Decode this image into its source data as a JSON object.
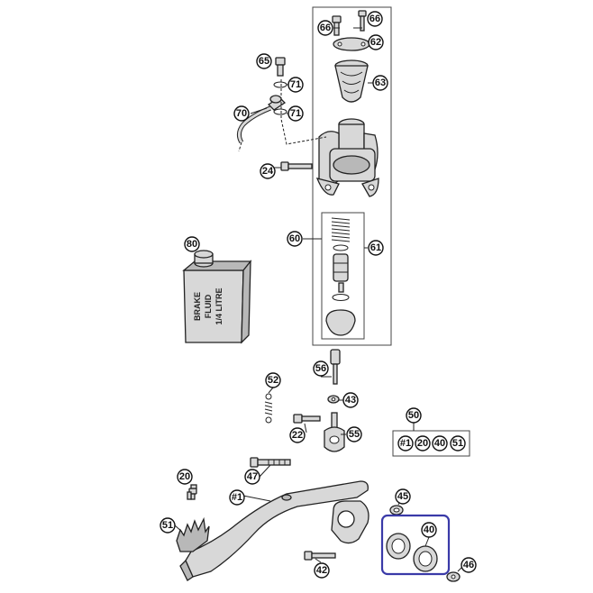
{
  "diagram": {
    "callouts": [
      {
        "id": "66a",
        "label": "66"
      },
      {
        "id": "66b",
        "label": "66"
      },
      {
        "id": "62",
        "label": "62"
      },
      {
        "id": "65",
        "label": "65"
      },
      {
        "id": "71a",
        "label": "71"
      },
      {
        "id": "63",
        "label": "63"
      },
      {
        "id": "70",
        "label": "70"
      },
      {
        "id": "71b",
        "label": "71"
      },
      {
        "id": "24",
        "label": "24"
      },
      {
        "id": "60",
        "label": "60"
      },
      {
        "id": "61",
        "label": "61"
      },
      {
        "id": "80",
        "label": "80"
      },
      {
        "id": "56",
        "label": "56"
      },
      {
        "id": "52",
        "label": "52"
      },
      {
        "id": "43",
        "label": "43"
      },
      {
        "id": "50",
        "label": "50"
      },
      {
        "id": "22",
        "label": "22"
      },
      {
        "id": "55",
        "label": "55"
      },
      {
        "id": "set1",
        "label": "#1"
      },
      {
        "id": "set20",
        "label": "20"
      },
      {
        "id": "set40",
        "label": "40"
      },
      {
        "id": "set51",
        "label": "51"
      },
      {
        "id": "47",
        "label": "47"
      },
      {
        "id": "20",
        "label": "20"
      },
      {
        "id": "pedal1",
        "label": "#1"
      },
      {
        "id": "45",
        "label": "45"
      },
      {
        "id": "51",
        "label": "51"
      },
      {
        "id": "40",
        "label": "40"
      },
      {
        "id": "42",
        "label": "42"
      },
      {
        "id": "46",
        "label": "46"
      }
    ],
    "bottle_label": [
      "BRAKE",
      "FLUID",
      "1/4 LITRE"
    ]
  }
}
